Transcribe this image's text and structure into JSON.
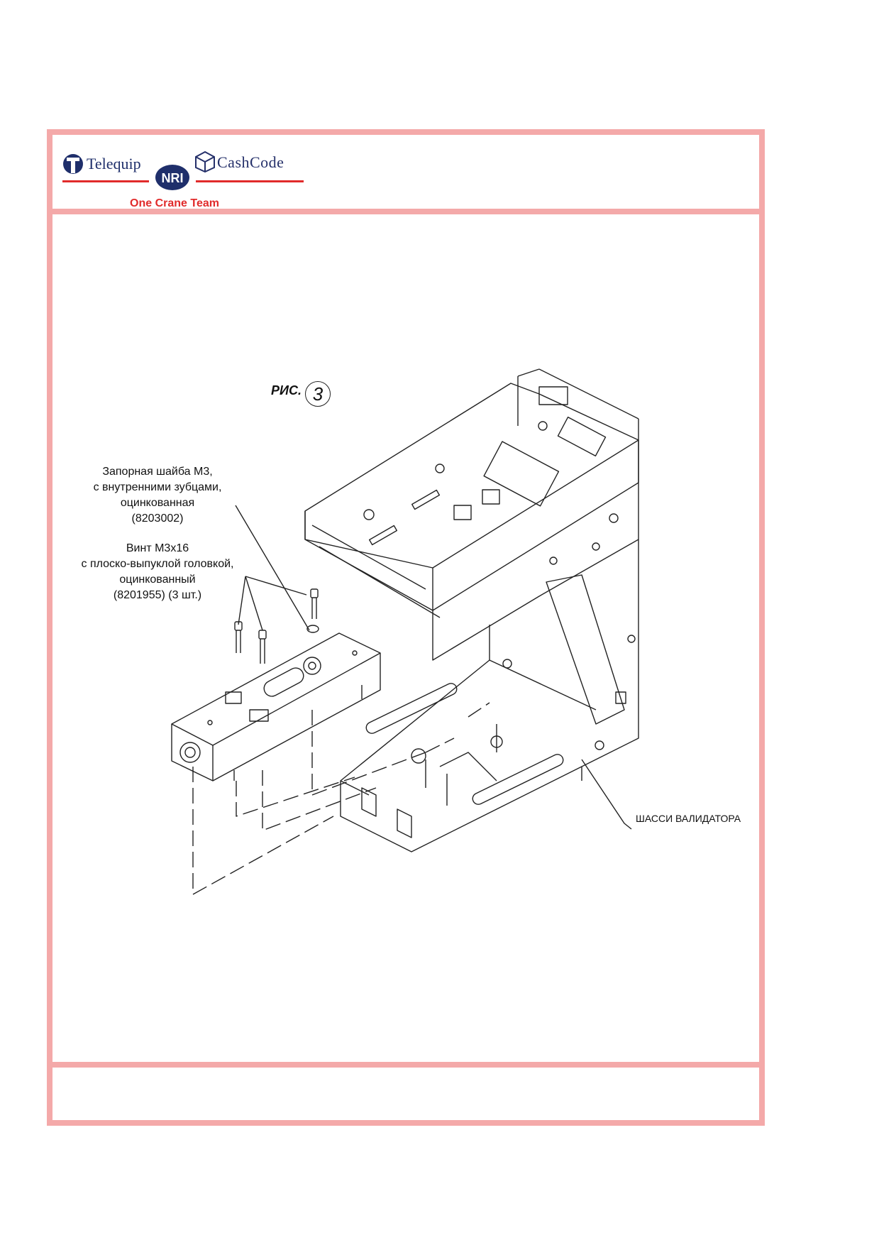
{
  "header": {
    "logo_telequip": "Telequip",
    "logo_nri": "NRI",
    "logo_cashcode": "CashCode",
    "tagline": "One Crane Team",
    "colors": {
      "frame": "#f4a9a9",
      "brand_red": "#e12b2b",
      "brand_blue": "#1f2f6b"
    }
  },
  "figure": {
    "label": "РИС.",
    "number": "3"
  },
  "callouts": {
    "washer": [
      "Запорная шайба М3,",
      "с внутренними зубцами,",
      "оцинкованная",
      "(8203002)"
    ],
    "screw": [
      "Винт М3х16",
      "с плоско-выпуклой головкой,",
      "оцинкованный",
      "(8201955) (3 шт.)"
    ],
    "chassis": "ШАССИ ВАЛИДАТОРА"
  }
}
